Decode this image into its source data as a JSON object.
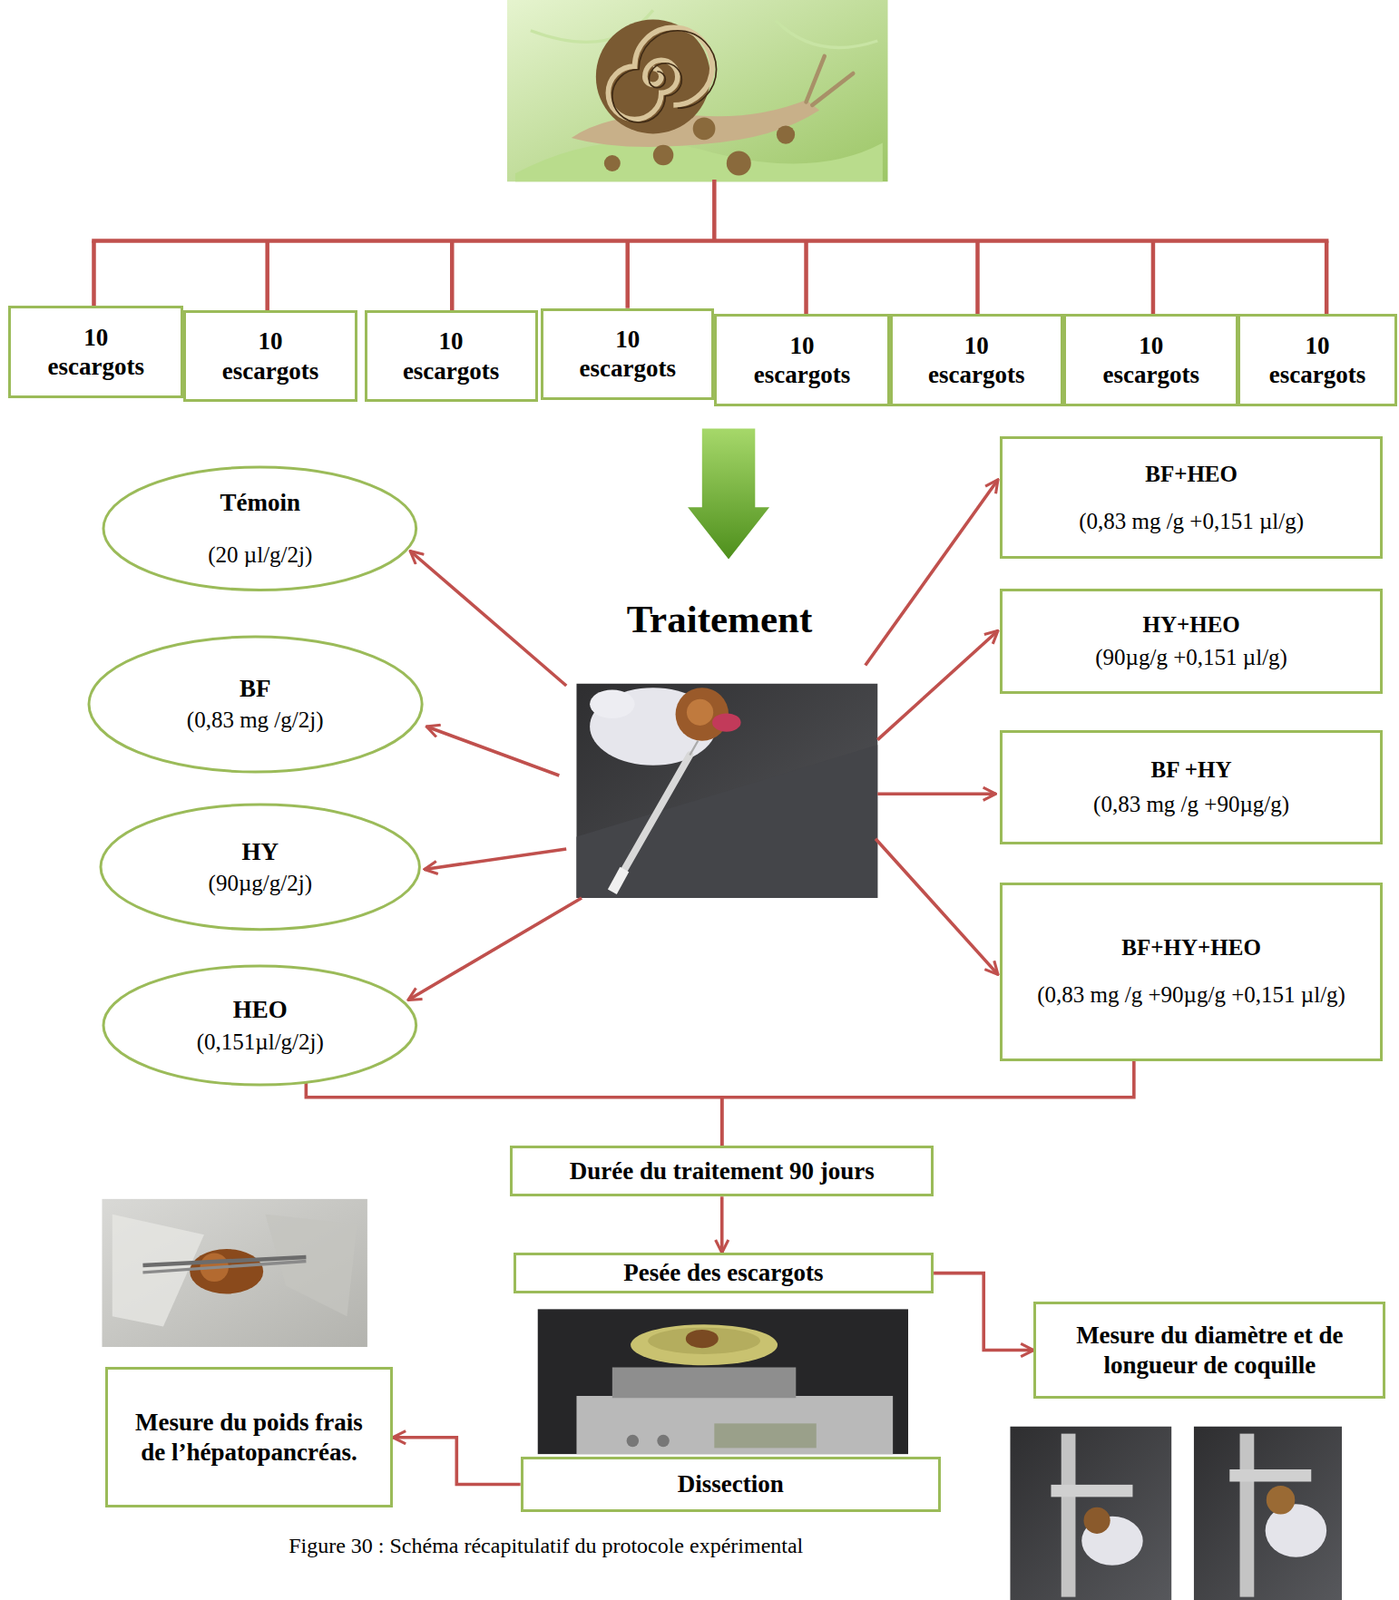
{
  "diagram": {
    "caption": "Figure 30 : Schéma récapitulatif du protocole expérimental",
    "nodes": [
      {
        "text": [
          "10 escargots"
        ]
      },
      {
        "text": [
          "10 escargots"
        ]
      },
      {
        "text": [
          "10 escargots"
        ]
      },
      {
        "text": [
          "10 escargots"
        ]
      },
      {
        "text": [
          "10 escargots"
        ]
      },
      {
        "text": [
          "10 escargots"
        ]
      },
      {
        "text": [
          "10 escargots"
        ]
      },
      {
        "text": [
          "10 escargots"
        ]
      },
      {
        "text": [
          "Témoin",
          "(20 µl/g/2j)"
        ]
      },
      {
        "text": [
          "BF",
          "(0,83 mg /g/2j)"
        ]
      },
      {
        "text": [
          "HY",
          "(90µg/g/2j)"
        ]
      },
      {
        "text": [
          "HEO",
          "(0,151µl/g/2j)"
        ]
      },
      {
        "text": [
          "BF+HEO",
          "(0,83 mg /g +0,151 µl/g)"
        ]
      },
      {
        "text": [
          "HY+HEO",
          "(90µg/g +0,151 µl/g)"
        ]
      },
      {
        "text": [
          "BF +HY",
          "(0,83 mg /g +90µg/g)"
        ]
      },
      {
        "text": [
          "BF+HY+HEO",
          "(0,83 mg /g +90µg/g +0,151 µl/g)"
        ]
      },
      {
        "text": [
          "Durée du traitement 90 jours"
        ]
      },
      {
        "text": [
          "Pesée des escargots"
        ]
      },
      {
        "text": [
          "Mesure du diamètre et de longueur de coquille"
        ]
      },
      {
        "text": [
          "Mesure du poids frais de l’hépatopancréas."
        ]
      },
      {
        "text": [
          "Dissection"
        ]
      }
    ],
    "edges": [
      {
        "from": 11,
        "to": 16,
        "arrow": "none"
      },
      {
        "from": 15,
        "to": 16,
        "arrow": "none"
      },
      {
        "from": 16,
        "to": 17,
        "arrow": "to"
      },
      {
        "from": 17,
        "to": 18,
        "arrow": "to"
      },
      {
        "from": 20,
        "to": 19,
        "arrow": "to"
      }
    ],
    "labels": [
      "Traitement"
    ]
  }
}
